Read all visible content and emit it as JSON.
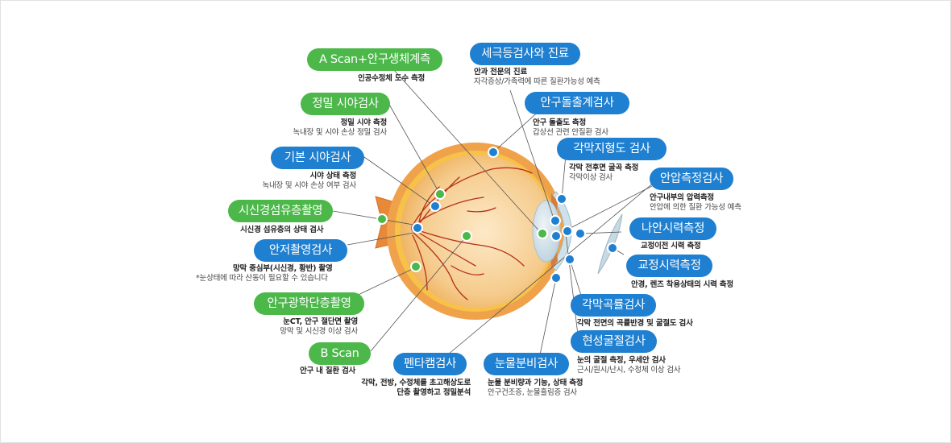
{
  "colors": {
    "blue": "#1f7fd0",
    "green": "#4cb84a",
    "eye": "#f2ad52",
    "retina": "#f4c94a",
    "lens": "#c9dbe6",
    "vessel": "#b42f1a"
  },
  "labels": {
    "ascan": {
      "title": "A Scan+안구생체계측",
      "line1": "인공수정체 도수 측정",
      "line2": "",
      "color": "green"
    },
    "slitlamp": {
      "title": "세극등검사와 진료",
      "line1": "안과 전문의 진료",
      "line2": "자각증상/가족력에 따른 질환가능성 예측",
      "color": "blue"
    },
    "precise": {
      "title": "정밀 시야검사",
      "line1": "정밀 시야 측정",
      "line2": "녹내장 및 시야 손상 정밀 검사",
      "color": "green"
    },
    "exoph": {
      "title": "안구돌출계검사",
      "line1": "안구 돌출도 측정",
      "line2": "갑상선 관련 안질환 검사",
      "color": "blue"
    },
    "basic": {
      "title": "기본 시야검사",
      "line1": "시야 상태 측정",
      "line2": "녹내장 및 시야 손상 여부 검사",
      "color": "blue"
    },
    "topo": {
      "title": "각막지형도 검사",
      "line1": "각막 전후면 굴곡 측정",
      "line2": "각막이상 검사",
      "color": "blue"
    },
    "iop": {
      "title": "안압측정검사",
      "line1": "안구내부의 압력측정",
      "line2": "안압에 의한 질환 가능성 예측",
      "color": "blue"
    },
    "rnfl": {
      "title": "시신경섬유층촬영",
      "line1": "시신경 섬유층의 상태 검사",
      "line2": "",
      "color": "green"
    },
    "naked": {
      "title": "나안시력측정",
      "line1": "교정이전 시력 측정",
      "line2": "",
      "color": "blue"
    },
    "fundus": {
      "title": "안저촬영검사",
      "line1": "망막 중심부(시신경, 황반) 촬영",
      "line2": "*눈상태에 따라 산동이 필요할 수 있습니다",
      "color": "blue"
    },
    "corrected": {
      "title": "교정시력측정",
      "line1": "안경, 렌즈 착용상태의 시력 측정",
      "line2": "",
      "color": "blue"
    },
    "oct": {
      "title": "안구광학단층촬영",
      "line1": "눈CT, 안구 절단면 촬영",
      "line2": "망막 및 시신경 이상 검사",
      "color": "green"
    },
    "kerato": {
      "title": "각막곡률검사",
      "line1": "각막 전면의 곡률반경 및 굴절도 검사",
      "line2": "",
      "color": "blue"
    },
    "refract": {
      "title": "현성굴절검사",
      "line1": "눈의 굴절 측정, 우세안 검사",
      "line2": "근시/원시/난시, 수정체 이상 검사",
      "color": "blue"
    },
    "bscan": {
      "title": "B Scan",
      "line1": "안구 내 질환 검사",
      "line2": "",
      "color": "green"
    },
    "pentacam": {
      "title": "펜타캠검사",
      "line1": "각막, 전방, 수정체를 초고해상도로",
      "line2": "단층 촬영하고 정밀분석",
      "color": "blue"
    },
    "tear": {
      "title": "눈물분비검사",
      "line1": "눈물 분비량과 기능, 상태 측정",
      "line2": "안구건조증, 눈물흘림증 검사",
      "color": "blue"
    }
  }
}
